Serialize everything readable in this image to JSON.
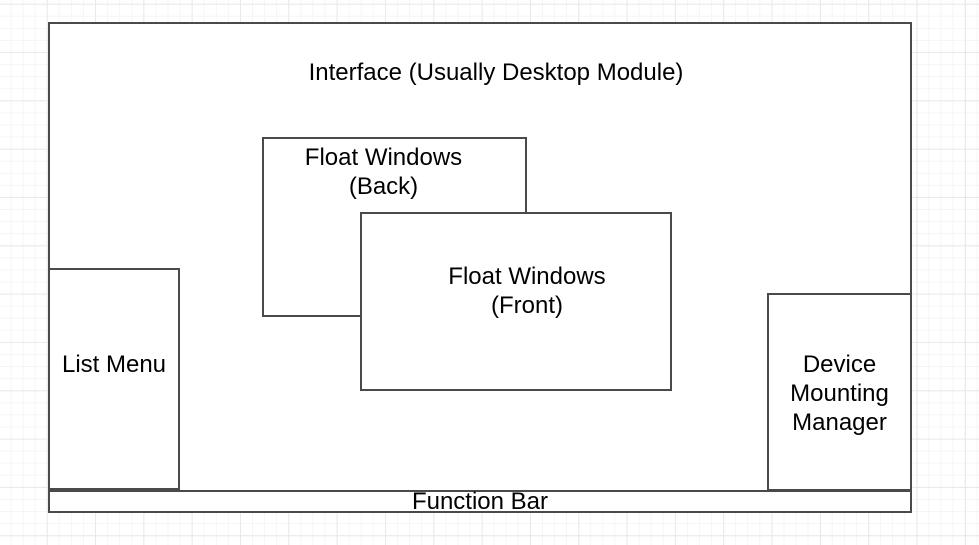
{
  "diagram": {
    "description": "Layered UI architecture diagram",
    "colors": {
      "background": "#ffffff",
      "grid_minor": "#f5f5f5",
      "grid_major": "#e9e9e9",
      "node_fill": "#ffffff",
      "node_stroke": "#4a4a4a",
      "text": "#000000"
    },
    "nodes": {
      "interface": {
        "label": "Interface (Usually Desktop Module)"
      },
      "float_back": {
        "line1": "Float Windows",
        "line2": "(Back)"
      },
      "float_front": {
        "line1": "Float Windows",
        "line2": "(Front)"
      },
      "list_menu": {
        "label": "List Menu"
      },
      "device_mounting_manager": {
        "line1": "Device",
        "line2": "Mounting",
        "line3": "Manager"
      },
      "function_bar": {
        "label": "Function Bar"
      }
    }
  }
}
